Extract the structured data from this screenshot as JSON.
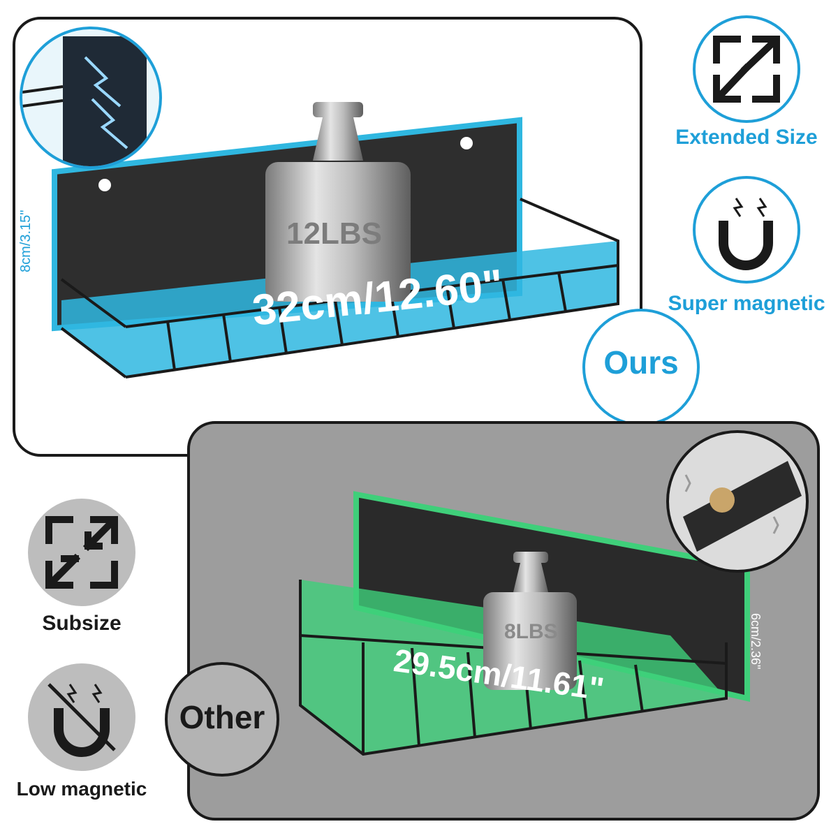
{
  "ours": {
    "badge": "Ours",
    "weight_label": "12LBS",
    "length_label": "32cm/12.60\"",
    "height_label": "8cm/3.15\""
  },
  "other": {
    "badge": "Other",
    "weight_label": "8LBS",
    "length_label": "29.5cm/11.61\"",
    "height_label": "6cm/2.36\""
  },
  "features": {
    "extended_size": "Extended Size",
    "super_magnetic": "Super magnetic",
    "subsize": "Subsize",
    "low_magnetic": "Low magnetic"
  },
  "colors": {
    "accent_blue": "#1e9fd8",
    "highlight_cyan": "#2fb7e0",
    "highlight_green": "#3fcf7a",
    "panel_gray": "#9d9d9d",
    "outline": "#1a1a1a"
  },
  "icons": {
    "extended": "expand-arrows-icon",
    "magnet_strong": "magnet-icon",
    "subsize": "shrink-arrows-icon",
    "magnet_weak": "magnet-crossed-icon"
  }
}
